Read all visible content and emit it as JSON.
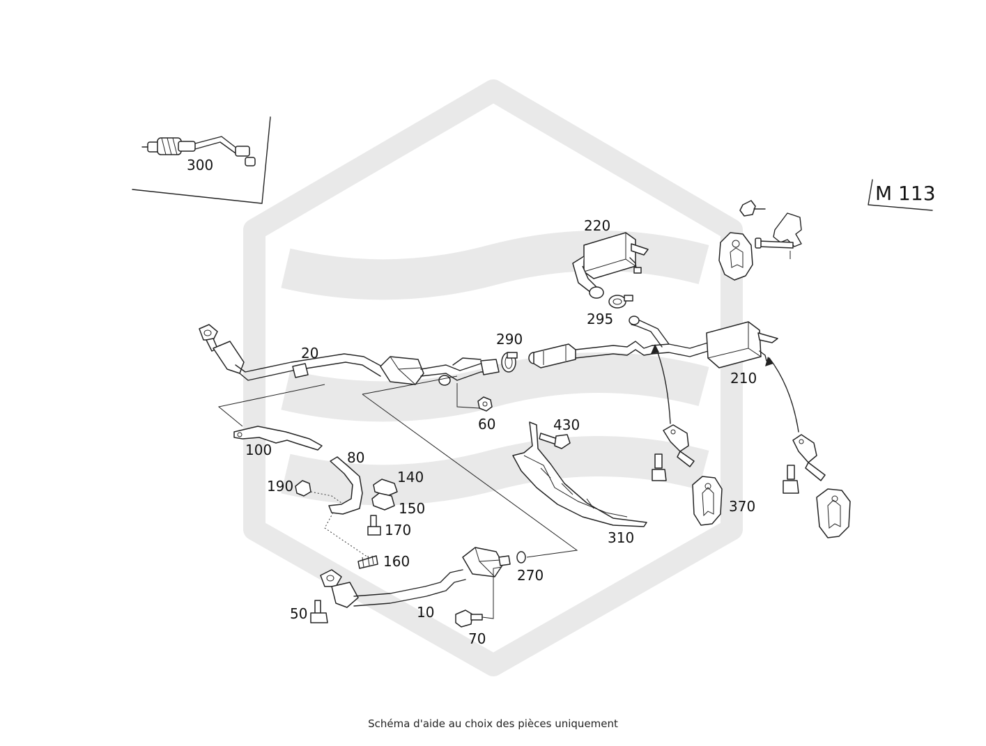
{
  "engine_code": "M 113",
  "caption": "Schéma d'aide au choix des pièces uniquement",
  "part_labels": {
    "p10": "10",
    "p20": "20",
    "p50": "50",
    "p60": "60",
    "p70": "70",
    "p80": "80",
    "p100": "100",
    "p140": "140",
    "p150": "150",
    "p160": "160",
    "p170": "170",
    "p190": "190",
    "p210": "210",
    "p220": "220",
    "p270": "270",
    "p290": "290",
    "p295": "295",
    "p300": "300",
    "p310": "310",
    "p370": "370",
    "p430": "430"
  },
  "watermark_color": "#e9e9e9",
  "line_color": "#222222"
}
